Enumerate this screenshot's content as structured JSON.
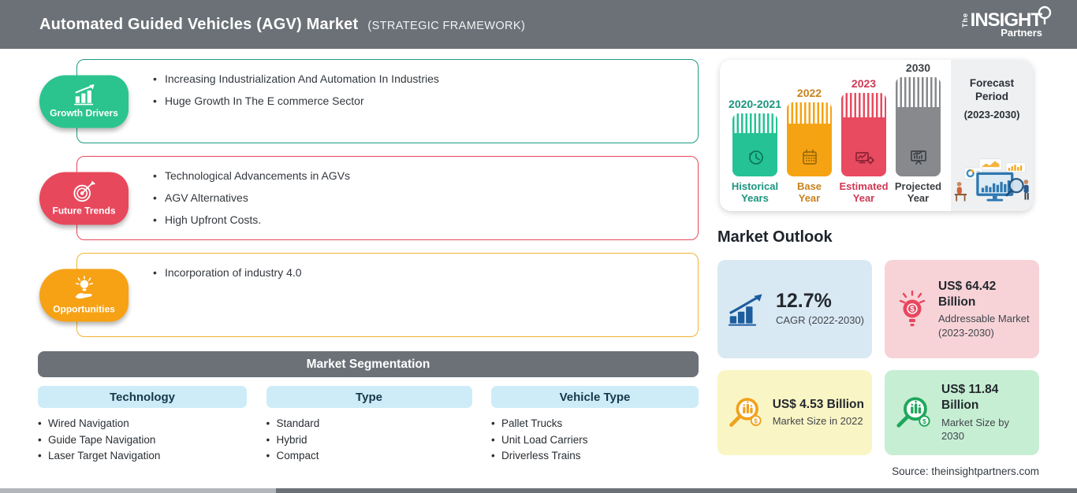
{
  "header": {
    "title": "Automated Guided Vehicles (AGV) Market",
    "subtitle": "(STRATEGIC FRAMEWORK)",
    "logo": {
      "the": "The",
      "insight": "INSIGHT",
      "partners": "Partners"
    }
  },
  "features": {
    "growth_drivers": {
      "label": "Growth Drivers",
      "color": "#2bc48e",
      "items": [
        "Increasing Industrialization And Automation In Industries",
        "Huge Growth In The E commerce Sector"
      ]
    },
    "future_trends": {
      "label": "Future Trends",
      "color": "#e8485c",
      "items": [
        "Technological Advancements in AGVs",
        "AGV Alternatives",
        "High Upfront Costs."
      ]
    },
    "opportunities": {
      "label": "Opportunities",
      "color": "#f7a214",
      "items": [
        "Incorporation of industry 4.0"
      ]
    }
  },
  "segmentation": {
    "title": "Market Segmentation",
    "columns": [
      {
        "header": "Technology",
        "items": [
          "Wired Navigation",
          "Guide Tape Navigation",
          "Laser Target Navigation"
        ]
      },
      {
        "header": "Type",
        "items": [
          "Standard",
          "Hybrid",
          "Compact"
        ]
      },
      {
        "header": "Vehicle Type",
        "items": [
          "Pallet Trucks",
          "Unit Load Carriers",
          "Driverless Trains"
        ]
      }
    ]
  },
  "timeline": {
    "bars": [
      {
        "year": "2020-2021",
        "label": "Historical\nYears",
        "color": "#25c295",
        "icon": "clock-history-icon"
      },
      {
        "year": "2022",
        "label": "Base\nYear",
        "color": "#f6a313",
        "icon": "calendar-icon"
      },
      {
        "year": "2023",
        "label": "Estimated\nYear",
        "color": "#e84a5f",
        "icon": "chart-gear-icon"
      },
      {
        "year": "2030",
        "label": "Projected\nYear",
        "color": "#87898c",
        "icon": "presentation-chart-icon"
      }
    ],
    "forecast": {
      "title": "Forecast\nPeriod",
      "range": "(2023-2030)"
    }
  },
  "outlook": {
    "title": "Market Outlook",
    "cards": [
      {
        "value": "12.7%",
        "desc": "CAGR (2022-2030)",
        "bg": "#d9e9f4",
        "accent": "#1d5d9e",
        "icon": "growth-arrow-chart-icon"
      },
      {
        "value": "US$ 64.42 Billion",
        "desc": "Addressable Market (2023-2030)",
        "bg": "#f7d3d8",
        "accent": "#e8475e",
        "icon": "bulb-dollar-icon"
      },
      {
        "value": "US$ 4.53 Billion",
        "desc": "Market Size in 2022",
        "bg": "#faf5c4",
        "accent": "#f0a11c",
        "icon": "magnifier-bars-icon"
      },
      {
        "value": "US$ 11.84 Billion",
        "desc": "Market Size by 2030",
        "bg": "#c6eed3",
        "accent": "#1ea75c",
        "icon": "magnifier-bars-icon"
      }
    ]
  },
  "source": "Source: theinsightpartners.com"
}
